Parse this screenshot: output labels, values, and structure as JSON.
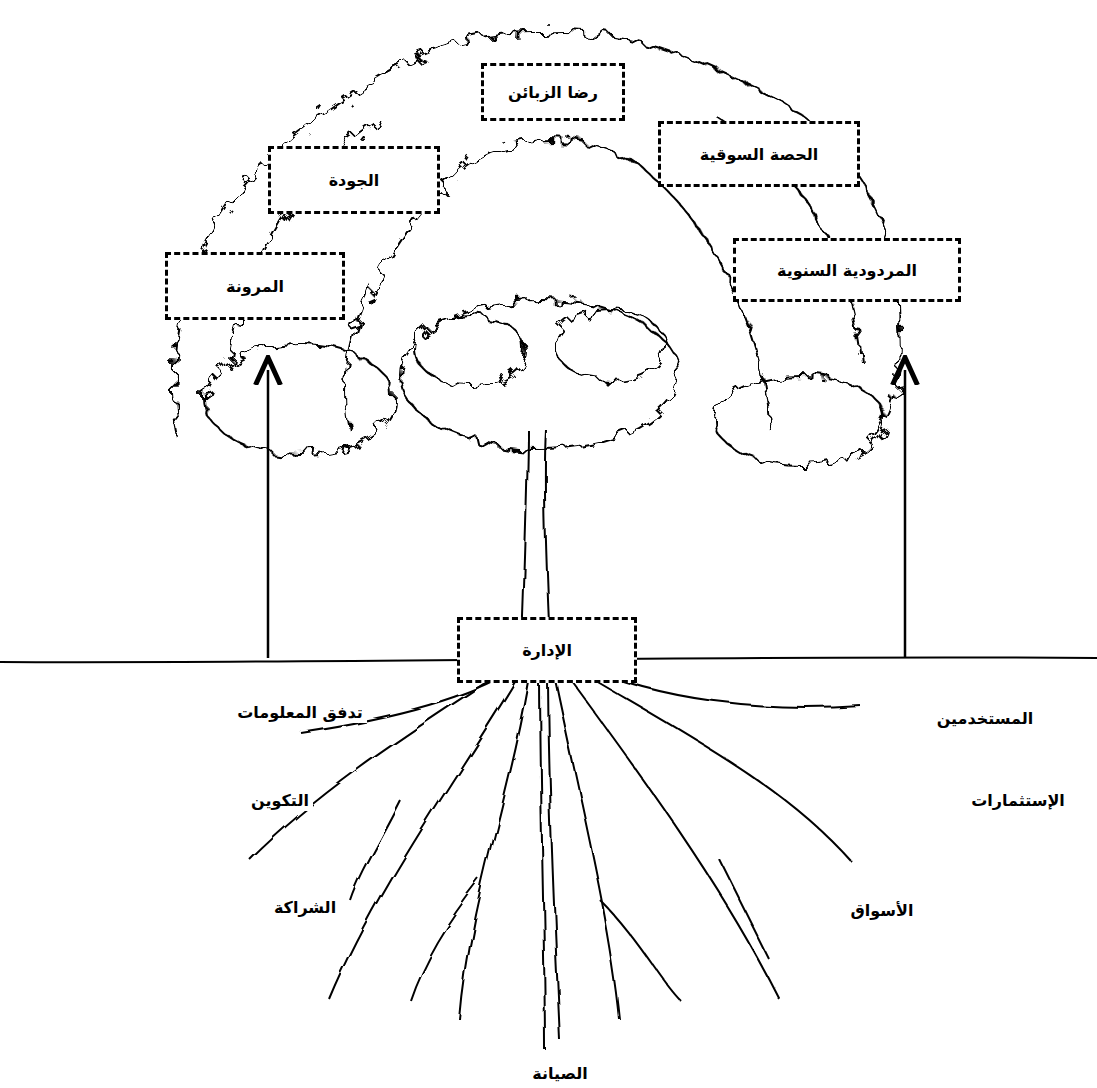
{
  "diagram": {
    "nodes": [
      {
        "text": [
          "رضا الزبائن"
        ]
      },
      {
        "text": [
          "الجودة"
        ]
      },
      {
        "text": [
          "الحصة السوقية"
        ]
      },
      {
        "text": [
          "المرونة"
        ]
      },
      {
        "text": [
          "المردودية السنوية"
        ]
      },
      {
        "text": [
          "الإدارة"
        ]
      }
    ],
    "labels": [
      "تدفق المعلومات",
      "المستخدمين",
      "التكوين",
      "الإستثمارات",
      "الشراكة",
      "الأسواق",
      "الصيانة"
    ]
  }
}
